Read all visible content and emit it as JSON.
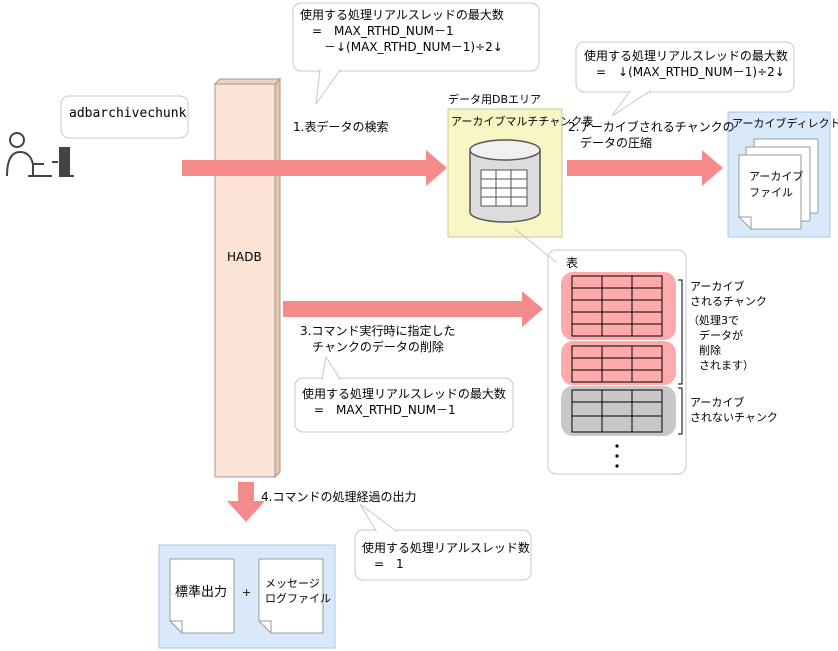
{
  "command": "adbarchivechunk",
  "hadb_label": "HADB",
  "db_area_label": "データ用DBエリア",
  "archive_table_label": "アーカイブマルチチャンク表",
  "archive_dir_label": "アーカイブディレクトリ",
  "archive_file_label": "アーカイブ\nファイル",
  "table_label": "表",
  "archived_chunk_label": "アーカイブ\nされるチャンク",
  "archived_chunk_note": "（処理3で\n　データが\n　削除\n　されます）",
  "not_archived_chunk_label": "アーカイブ\nされないチャンク",
  "steps": {
    "step1": "1.表データの検索",
    "step2": "2.アーカイブされるチャンクの\n　データの圧縮",
    "step3": "3.コマンド実行時に指定した\n　チャンクのデータの削除",
    "step4": "4.コマンドの処理経過の出力"
  },
  "callouts": {
    "c1": "使用する処理リアルスレッドの最大数\n　=　MAX_RTHD_NUM－1\n　　－↓(MAX_RTHD_NUM－1)÷2↓",
    "c2": "使用する処理リアルスレッドの最大数\n　=　↓(MAX_RTHD_NUM－1)÷2↓",
    "c3": "使用する処理リアルスレッドの最大数\n　=　MAX_RTHD_NUM－1",
    "c4": "使用する処理リアルスレッド数\n　=　1"
  },
  "output": {
    "stdout": "標準出力",
    "plus": "+",
    "msglog": "メッセージ\nログファイル"
  },
  "colors": {
    "arrow": "#f58a8a",
    "hadb": "#fbe4d5",
    "db_area": "#f7f6c4",
    "dir_area": "#d9e9f9",
    "archived": "#ffaaaa",
    "not_archived": "#c8c8c8"
  }
}
